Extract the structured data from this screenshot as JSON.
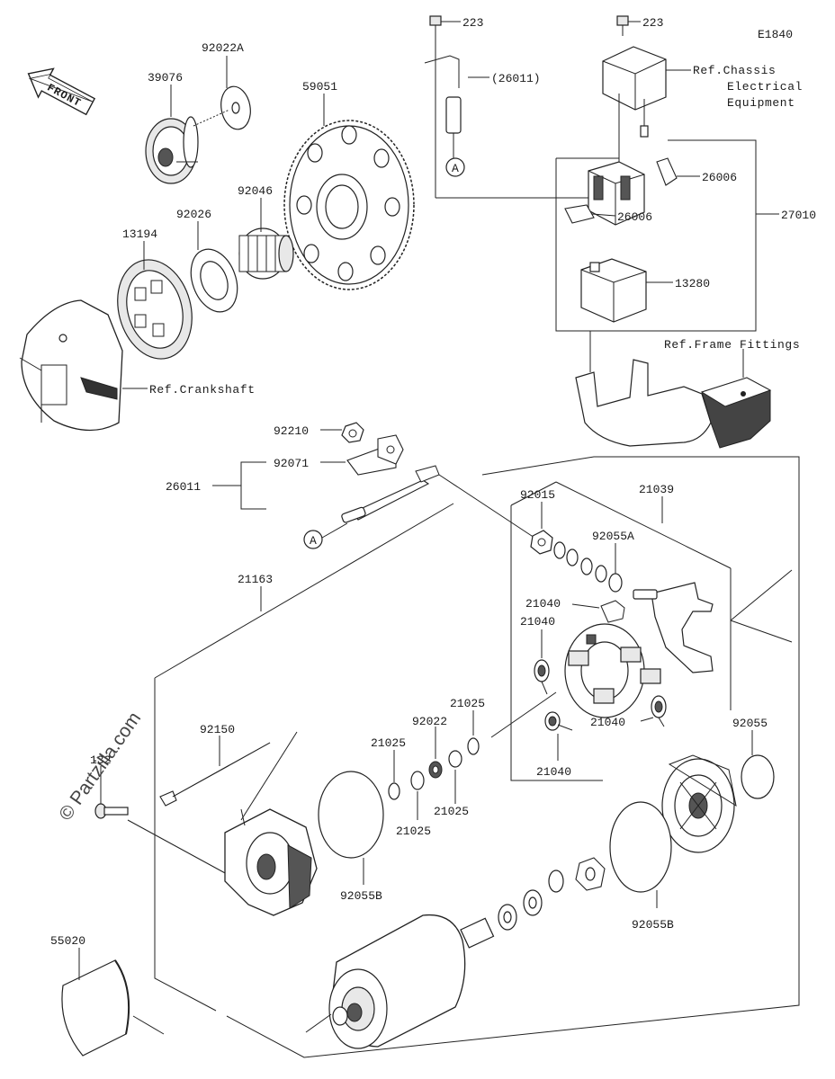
{
  "diagram_id": "E1840",
  "watermark": "© Partzilla.com",
  "front_label": "FRONT",
  "circle_marker": "A",
  "parts": {
    "p223a": "223",
    "p223b": "223",
    "p26011_wire": "(26011)",
    "p92022A": "92022A",
    "p39076": "39076",
    "p59051": "59051",
    "p92046": "92046",
    "p92026": "92026",
    "p13194": "13194",
    "p26006a": "26006",
    "p26006b": "26006",
    "p27010": "27010",
    "p13280": "13280",
    "p92210": "92210",
    "p92071": "92071",
    "p26011": "26011",
    "p21163": "21163",
    "p92015": "92015",
    "p21039": "21039",
    "p92055A": "92055A",
    "p21040a": "21040",
    "p21040b": "21040",
    "p21040c": "21040",
    "p21040d": "21040",
    "p21025a": "21025",
    "p21025b": "21025",
    "p21025c": "21025",
    "p21025d": "21025",
    "p92022": "92022",
    "p92150": "92150",
    "p132": "132",
    "p92055": "92055",
    "p92055B_a": "92055B",
    "p92055B_b": "92055B",
    "p55020": "55020"
  },
  "refs": {
    "chassis_1": "Ref.Chassis",
    "chassis_2": "Electrical",
    "chassis_3": "Equipment",
    "frame": "Ref.Frame Fittings",
    "crankshaft": "Ref.Crankshaft"
  }
}
